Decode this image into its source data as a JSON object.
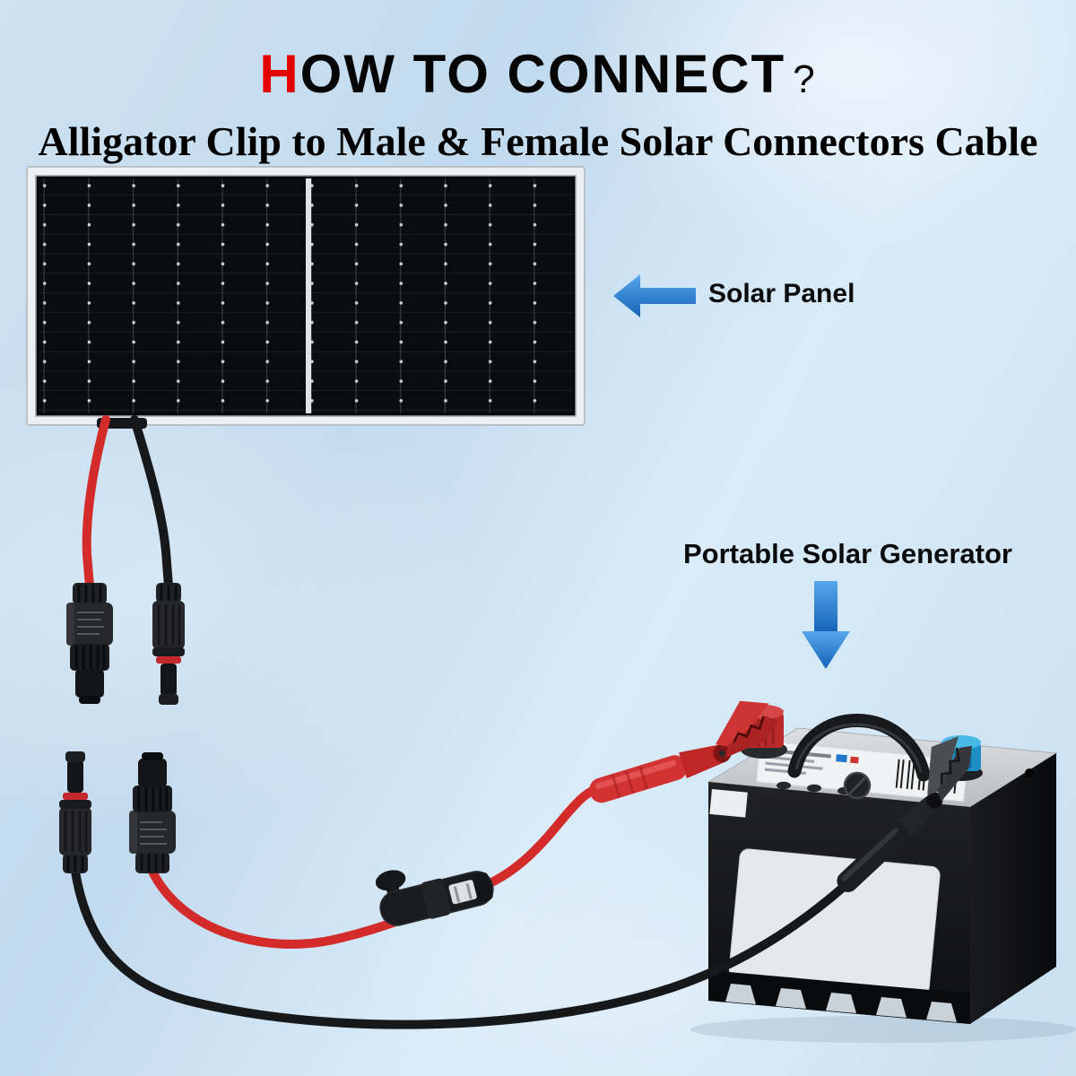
{
  "header": {
    "title_accent": "H",
    "title_rest": "OW TO CONNECT",
    "title_question": "?",
    "subtitle": "Alligator Clip to Male & Female Solar Connectors Cable"
  },
  "labels": {
    "solar_panel": "Solar Panel",
    "generator": "Portable Solar Generator"
  },
  "colors": {
    "background": "#c9e0f1",
    "title_accent": "#e50000",
    "title_text": "#050505",
    "arrow_blue": "#1f7cd4",
    "cable_red": "#d32a2a",
    "cable_black": "#17181a",
    "panel_cell": "#0b0c10",
    "battery_body": "#141517",
    "terminal_positive": "#b92a2a",
    "terminal_negative": "#1d8fc4"
  },
  "icons": {
    "solar_panel_arrow": "left-arrow-icon",
    "generator_arrow": "down-arrow-icon",
    "solar_panel": "solar-panel",
    "connectors": "mc4-solar-connectors",
    "fuse": "inline-fuse-holder",
    "battery": "portable-solar-generator-battery",
    "red_clip": "red-alligator-clip",
    "black_clip": "black-alligator-clip"
  }
}
